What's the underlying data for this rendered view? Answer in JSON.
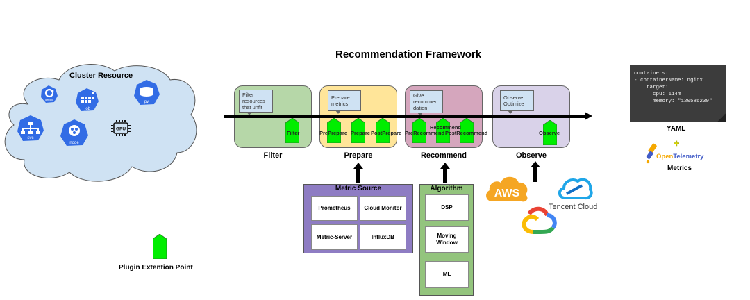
{
  "title": "Recommendation Framework",
  "cluster": {
    "title": "Cluster Resource",
    "resources": [
      {
        "label": "deploy",
        "icon": "deploy-icon"
      },
      {
        "label": "job",
        "icon": "job-icon"
      },
      {
        "label": "pv",
        "icon": "pv-icon"
      },
      {
        "label": "svc",
        "icon": "svc-icon"
      },
      {
        "label": "node",
        "icon": "node-icon"
      },
      {
        "label": "GPU",
        "icon": "gpu-chip-icon"
      }
    ]
  },
  "stages": [
    {
      "name": "Filter",
      "note": "Filter resources that unfit",
      "color": "#b6d7a8",
      "plugins": [
        "Filter"
      ]
    },
    {
      "name": "Prepare",
      "note": "Prepare metrics",
      "color": "#ffe599",
      "plugins": [
        "PrePrepare",
        "Prepare",
        "PostPrepare"
      ]
    },
    {
      "name": "Recommend",
      "note": "Give recommendation",
      "note_lines": [
        "Give",
        "recommen",
        "dation"
      ],
      "color": "#d5a6bd",
      "plugins": [
        "PreRecommend",
        "Recommend",
        "PostRecommend"
      ]
    },
    {
      "name": "Observe",
      "note": "Observe Optimize",
      "note_lines": [
        "Observe",
        "Optimize"
      ],
      "color": "#d9d2e9",
      "plugins": [
        "Observe"
      ]
    }
  ],
  "filter_note_lines": [
    "Filter",
    "resources",
    "that unfit"
  ],
  "prepare_note_lines": [
    "Prepare",
    "metrics"
  ],
  "metric_source": {
    "title": "Metric Source",
    "items": [
      "Prometheus",
      "Cloud Monitor",
      "Metric-Server",
      "InfluxDB"
    ]
  },
  "algorithm": {
    "title": "Algorithm",
    "items": [
      "DSP",
      "Moving Window",
      "ML"
    ],
    "moving_window_lines": [
      "Moving",
      "Window"
    ]
  },
  "cloud_providers": {
    "aws": "AWS",
    "tencent": "Tencent Cloud",
    "google": "Google Cloud"
  },
  "output": {
    "yaml_code": "containers:\n- containerName: nginx\n    target:\n      cpu: 114m\n      memory: \"120586239\"",
    "yaml_label": "YAML",
    "plus": "+",
    "otel_part1": "Open",
    "otel_part2": "Telemetry",
    "metrics_label": "Metrics"
  },
  "legend": {
    "label": "Plugin Extention Point"
  },
  "colors": {
    "plugin_green": "#00ee00",
    "cloud_fill": "#cfe2f3",
    "k8s_blue": "#326ce5",
    "metric_purple": "#8e7cc3",
    "algo_green": "#93c47d"
  }
}
